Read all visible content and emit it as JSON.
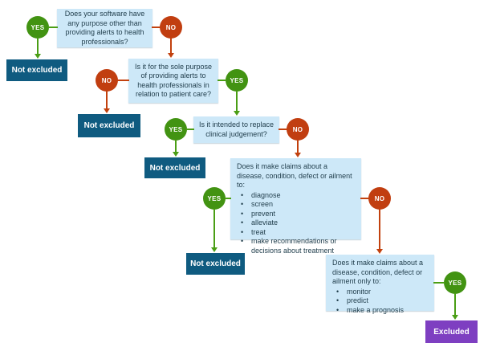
{
  "flowchart": {
    "decision_labels": {
      "yes": "YES",
      "no": "NO"
    },
    "outcomes": {
      "not_excluded": "Not excluded",
      "excluded": "Excluded"
    },
    "questions": {
      "q1": "Does your software have any purpose other than providing alerts to health professionals?",
      "q2": "Is it for the sole purpose of providing alerts to health professionals in relation to patient care?",
      "q3": "Is it intended to replace clinical judgement?",
      "q4_lead": "Does it make claims about a disease, condition, defect or ailment to:",
      "q4_bullets": [
        "diagnose",
        "screen",
        "prevent",
        "alleviate",
        "treat",
        "make recommendations or decisions about treatment"
      ],
      "q5_lead": "Does it make claims about a disease, condition, defect or ailment only to:",
      "q5_bullets": [
        "monitor",
        "predict",
        "make a prognosis"
      ]
    },
    "colors": {
      "question_fill": "#cde8f8",
      "question_text": "#24414f",
      "yes_green": "#429312",
      "no_red": "#c13e10",
      "arrow_green": "#4a9e15",
      "arrow_red": "#c2410e",
      "not_excluded_fill": "#0f5b80",
      "excluded_fill": "#7e3fc1"
    }
  }
}
